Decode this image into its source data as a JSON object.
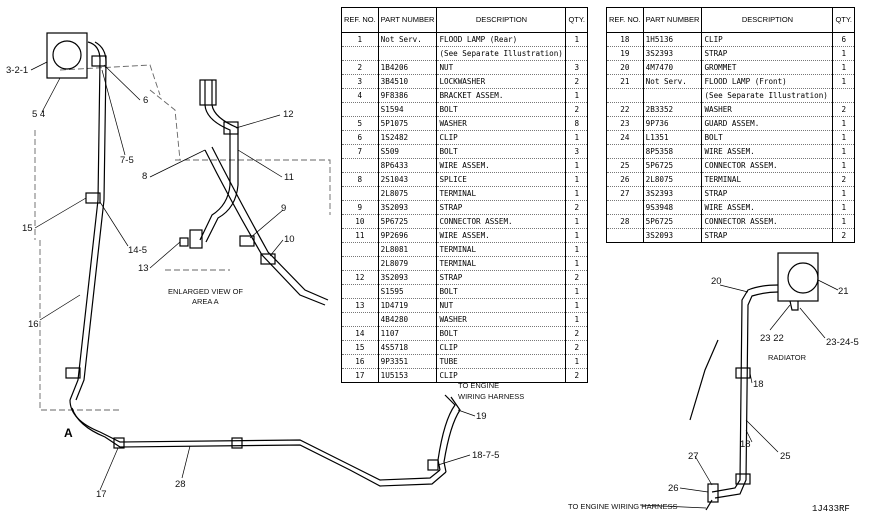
{
  "table_headers": {
    "ref": "REF. NO.",
    "part": "PART NUMBER",
    "desc": "DESCRIPTION",
    "qty": "QTY."
  },
  "table_left": [
    {
      "ref": "1",
      "part": "Not Serv.",
      "desc": "FLOOD LAMP (Rear)",
      "qty": "1"
    },
    {
      "ref": "",
      "part": "",
      "desc": "(See Separate Illustration)",
      "qty": ""
    },
    {
      "ref": "2",
      "part": "1B4206",
      "desc": "NUT",
      "qty": "3"
    },
    {
      "ref": "3",
      "part": "3B4510",
      "desc": "LOCKWASHER",
      "qty": "2"
    },
    {
      "ref": "4",
      "part": "9F8386",
      "desc": "BRACKET ASSEM.",
      "qty": "1"
    },
    {
      "ref": "",
      "part": "S1594",
      "desc": "BOLT",
      "qty": "2"
    },
    {
      "ref": "5",
      "part": "5P1075",
      "desc": "WASHER",
      "qty": "8"
    },
    {
      "ref": "6",
      "part": "1S2482",
      "desc": "CLIP",
      "qty": "1"
    },
    {
      "ref": "7",
      "part": "S509",
      "desc": "BOLT",
      "qty": "3"
    },
    {
      "ref": "",
      "part": "8P6433",
      "desc": "WIRE ASSEM.",
      "qty": "1"
    },
    {
      "ref": "8",
      "part": "2S1043",
      "desc": "SPLICE",
      "qty": "1"
    },
    {
      "ref": "",
      "part": "2L8075",
      "desc": "TERMINAL",
      "qty": "1"
    },
    {
      "ref": "9",
      "part": "3S2093",
      "desc": "STRAP",
      "qty": "2"
    },
    {
      "ref": "10",
      "part": "5P6725",
      "desc": "CONNECTOR ASSEM.",
      "qty": "1"
    },
    {
      "ref": "11",
      "part": "9P2696",
      "desc": "WIRE ASSEM.",
      "qty": "1"
    },
    {
      "ref": "",
      "part": "2L8081",
      "desc": "TERMINAL",
      "qty": "1"
    },
    {
      "ref": "",
      "part": "2L8079",
      "desc": "TERMINAL",
      "qty": "1"
    },
    {
      "ref": "12",
      "part": "3S2093",
      "desc": "STRAP",
      "qty": "2"
    },
    {
      "ref": "",
      "part": "S1595",
      "desc": "BOLT",
      "qty": "1"
    },
    {
      "ref": "13",
      "part": "1D4719",
      "desc": "NUT",
      "qty": "1"
    },
    {
      "ref": "",
      "part": "4B4280",
      "desc": "WASHER",
      "qty": "1"
    },
    {
      "ref": "14",
      "part": "1107",
      "desc": "BOLT",
      "qty": "2"
    },
    {
      "ref": "15",
      "part": "4S5718",
      "desc": "CLIP",
      "qty": "2"
    },
    {
      "ref": "16",
      "part": "9P3351",
      "desc": "TUBE",
      "qty": "1"
    },
    {
      "ref": "17",
      "part": "1U5153",
      "desc": "CLIP",
      "qty": "2"
    }
  ],
  "table_right": [
    {
      "ref": "18",
      "part": "1H5136",
      "desc": "CLIP",
      "qty": "6"
    },
    {
      "ref": "19",
      "part": "3S2393",
      "desc": "STRAP",
      "qty": "1"
    },
    {
      "ref": "20",
      "part": "4M7470",
      "desc": "GROMMET",
      "qty": "1"
    },
    {
      "ref": "21",
      "part": "Not Serv.",
      "desc": "FLOOD LAMP (Front)",
      "qty": "1"
    },
    {
      "ref": "",
      "part": "",
      "desc": "(See Separate Illustration)",
      "qty": ""
    },
    {
      "ref": "22",
      "part": "2B3352",
      "desc": "WASHER",
      "qty": "2"
    },
    {
      "ref": "23",
      "part": "9P736",
      "desc": "GUARD ASSEM.",
      "qty": "1"
    },
    {
      "ref": "24",
      "part": "L1351",
      "desc": "BOLT",
      "qty": "1"
    },
    {
      "ref": "",
      "part": "8P5358",
      "desc": "WIRE ASSEM.",
      "qty": "1"
    },
    {
      "ref": "25",
      "part": "5P6725",
      "desc": "CONNECTOR ASSEM.",
      "qty": "1"
    },
    {
      "ref": "26",
      "part": "2L8075",
      "desc": "TERMINAL",
      "qty": "2"
    },
    {
      "ref": "27",
      "part": "3S2393",
      "desc": "STRAP",
      "qty": "1"
    },
    {
      "ref": "",
      "part": "9S3948",
      "desc": "WIRE ASSEM.",
      "qty": "1"
    },
    {
      "ref": "28",
      "part": "5P6725",
      "desc": "CONNECTOR ASSEM.",
      "qty": "1"
    },
    {
      "ref": "",
      "part": "3S2093",
      "desc": "STRAP",
      "qty": "2"
    }
  ],
  "callouts": {
    "c_3_2_1": "3-2-1",
    "c_5_4": "5 4",
    "c_6": "6",
    "c_7_5": "7-5",
    "c_8": "8",
    "c_12": "12",
    "c_11": "11",
    "c_9": "9",
    "c_10": "10",
    "c_13": "13",
    "c_15": "15",
    "c_14_5": "14-5",
    "c_16": "16",
    "c_17": "17",
    "c_28": "28",
    "c_19": "19",
    "c_18_7_5": "18-7-5",
    "c_20": "20",
    "c_21": "21",
    "c_23_22": "23 22",
    "c_23_24_5": "23-24-5",
    "c_18a": "18",
    "c_25": "25",
    "c_18b": "18",
    "c_27": "27",
    "c_26": "26"
  },
  "notes": {
    "enlarged": "ENLARGED VIEW OF",
    "area": "AREA A",
    "to_engine_top": "TO ENGINE",
    "wiring_harness": "WIRING HARNESS",
    "radiator": "RADIATOR",
    "to_engine_bottom": "TO ENGINE WIRING HARNESS",
    "area_letter": "A",
    "drawing_number": "1J433RF"
  }
}
